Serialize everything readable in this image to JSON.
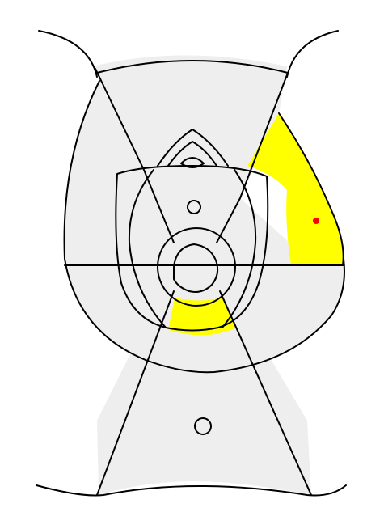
{
  "diagram": {
    "colors": {
      "background": "#ffffff",
      "region_fill": "#eeeeee",
      "highlight_fill": "#ffff00",
      "marker": "#ff0000",
      "outline": "#000000"
    },
    "highlighted_regions": [
      "right-outer-lobe-region",
      "center-bottom-ring-region"
    ],
    "marker_count": 1
  }
}
